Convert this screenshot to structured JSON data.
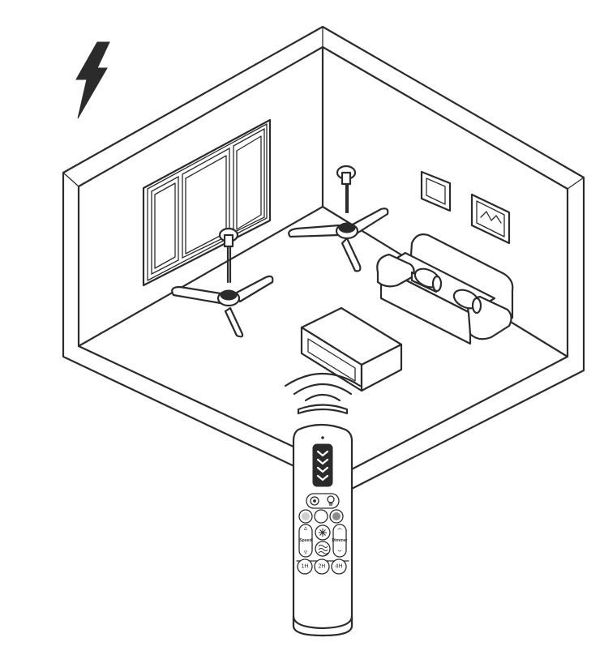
{
  "remote": {
    "speed_label": "Speed",
    "dimmer_label": "Dimmer",
    "timer_buttons": [
      "1H",
      "2H",
      "4H"
    ]
  },
  "icons": [
    "lightning-bolt-icon",
    "ceiling-fan-icon",
    "signal-waves-icon",
    "fan-mode-icon",
    "light-bulb-icon"
  ]
}
